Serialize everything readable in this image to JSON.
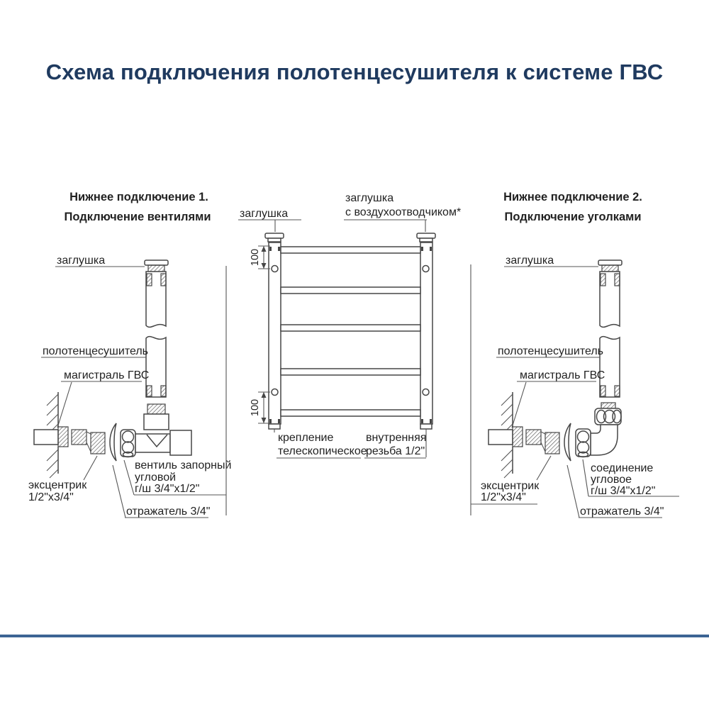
{
  "title": "Схема подключения полотенцесушителя к системе ГВС",
  "colors": {
    "title_text": "#1f3a5f",
    "bottom_rule": "#3c6494",
    "line_art": "#464646",
    "label_text": "#222222",
    "background": "#ffffff"
  },
  "left_panel": {
    "heading1": "Нижнее подключение 1.",
    "heading2": "Подключение вентилями",
    "labels": {
      "cap": "заглушка",
      "towel_rail": "полотенцесушитель",
      "main_line": "магистраль ГВС",
      "eccentric_line1": "эксцентрик",
      "eccentric_line2": "1/2\"x3/4\"",
      "valve_line1": "вентиль запорный",
      "valve_line2": "угловой",
      "valve_line3": "г/ш 3/4\"x1/2\"",
      "reflector": "отражатель 3/4\""
    }
  },
  "center_panel": {
    "labels": {
      "cap": "заглушка",
      "air_cap_line1": "заглушка",
      "air_cap_line2": "с воздухоотводчиком*",
      "dim_top": "100",
      "dim_bottom": "100",
      "mount_line1": "крепление",
      "mount_line2": "телескопическое",
      "thread_line1": "внутренняя",
      "thread_line2": "резьба 1/2\""
    }
  },
  "right_panel": {
    "heading1": "Нижнее подключение 2.",
    "heading2": "Подключение уголками",
    "labels": {
      "cap": "заглушка",
      "towel_rail": "полотенцесушитель",
      "main_line": "магистраль ГВС",
      "eccentric_line1": "эксцентрик",
      "eccentric_line2": "1/2\"x3/4\"",
      "elbow_line1": "соединение",
      "elbow_line2": "угловое",
      "elbow_line3": "г/ш 3/4\"x1/2\"",
      "reflector": "отражатель 3/4\""
    }
  }
}
